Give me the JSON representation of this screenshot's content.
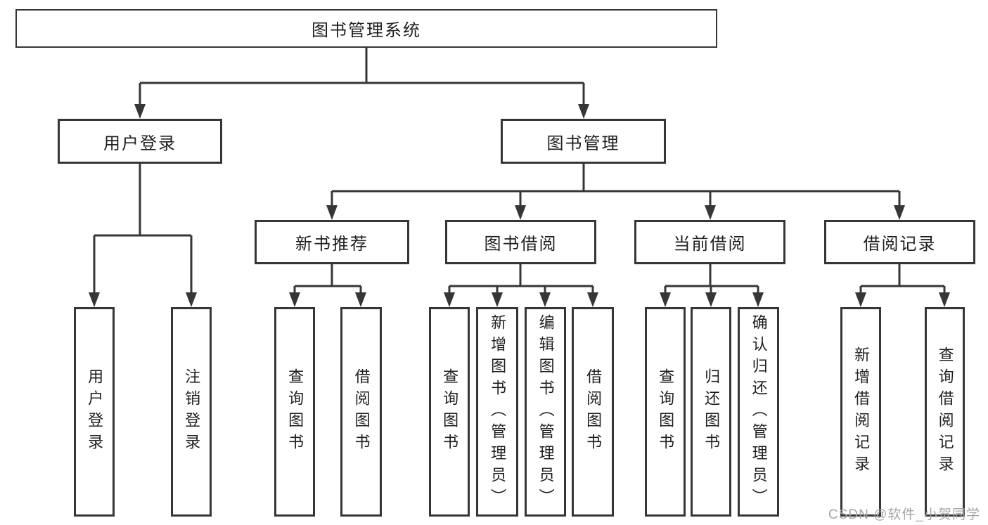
{
  "nodes": {
    "root": "图书管理系统",
    "user_login": "用户登录",
    "book_mgmt": "图书管理",
    "new_book_rec": "新书推荐",
    "book_borrow": "图书借阅",
    "current_borrow": "当前借阅",
    "borrow_records": "借阅记录",
    "leaf_user_login": "用户登录",
    "leaf_logout": "注销登录",
    "leaf_nbr_query": "查询图书",
    "leaf_nbr_borrow": "借阅图书",
    "leaf_bb_query": "查询图书",
    "leaf_bb_add": "新增图书（管理员）",
    "leaf_bb_edit": "编辑图书（管理员）",
    "leaf_bb_borrow": "借阅图书",
    "leaf_cb_query": "查询图书",
    "leaf_cb_return": "归还图书",
    "leaf_cb_confirm": "确认归还（管理员）",
    "leaf_br_add": "新增借阅记录",
    "leaf_br_query": "查询借阅记录"
  },
  "watermark": "CSDN @软件_小贺同学",
  "colors": {
    "line": "#363636",
    "text": "#1f1f1f",
    "watermark": "#a6a6a6",
    "background": "#ffffff"
  }
}
